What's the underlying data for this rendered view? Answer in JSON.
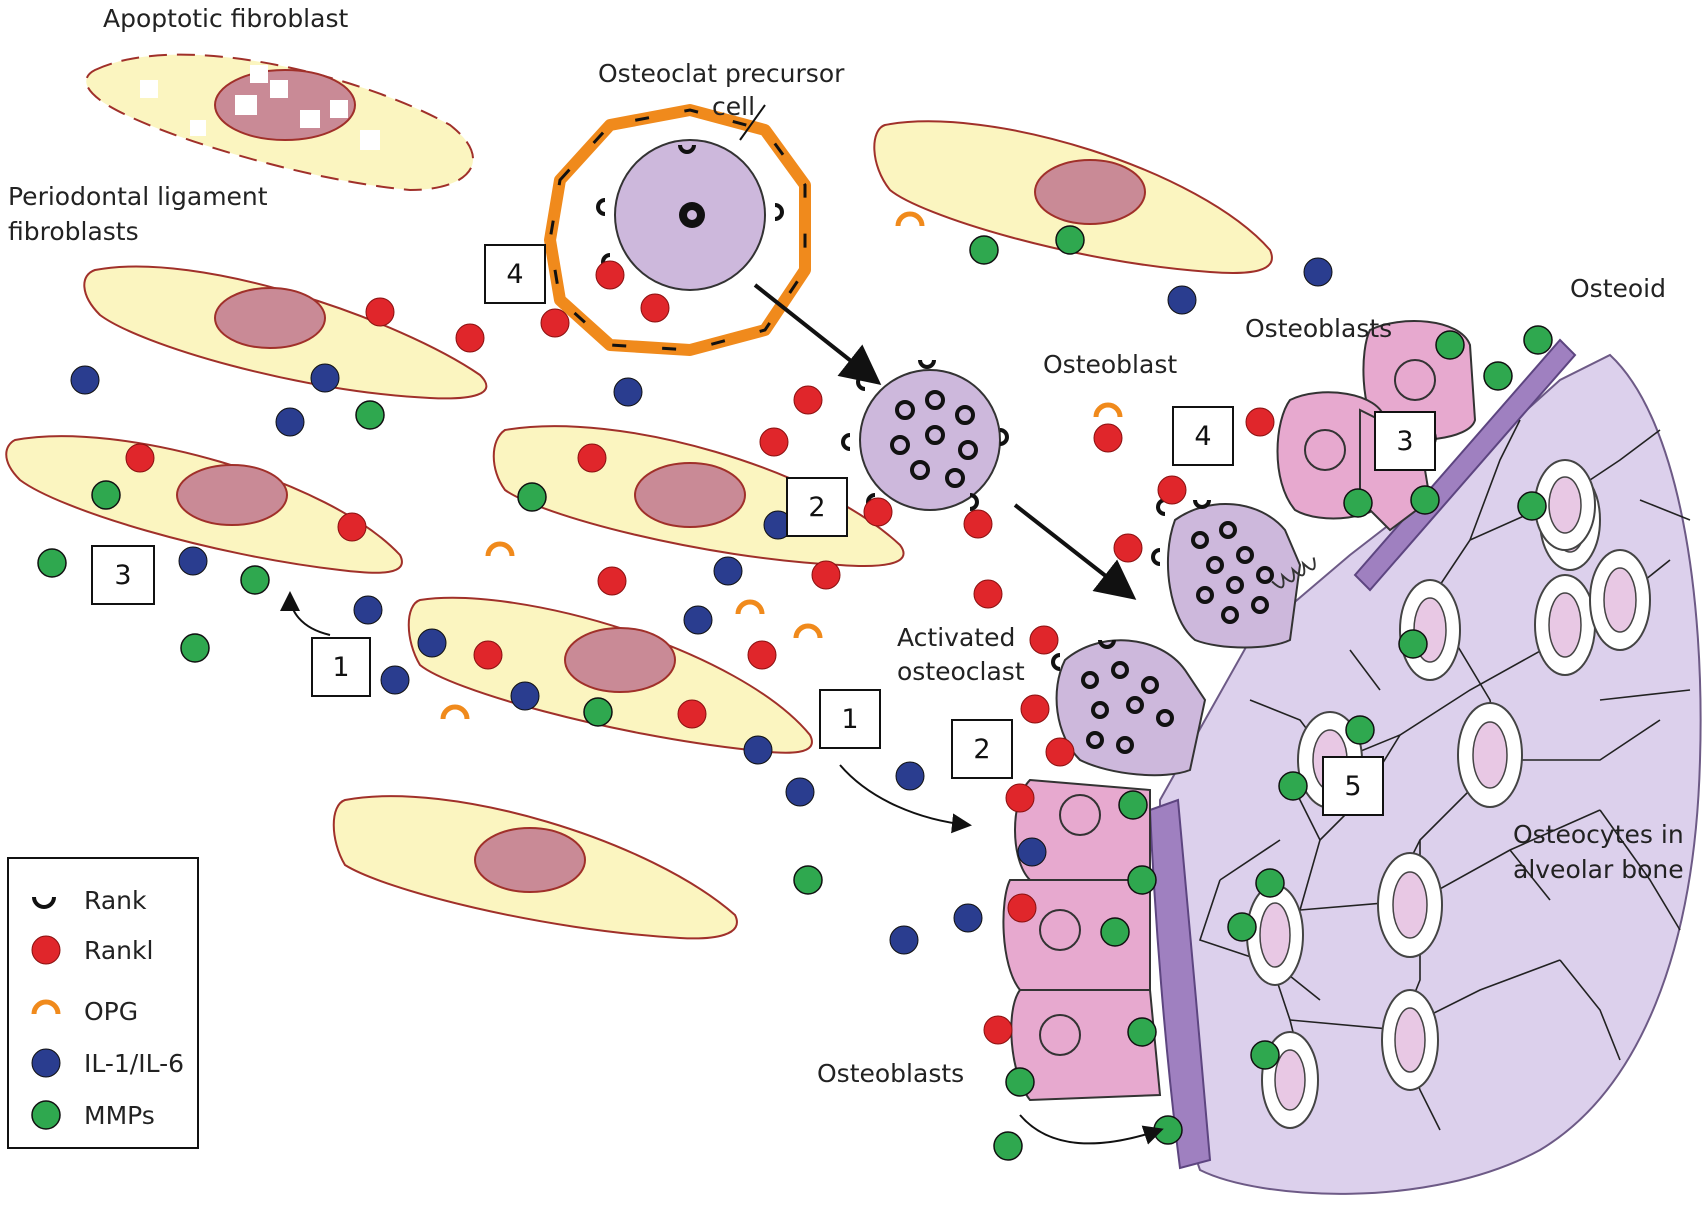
{
  "labels": {
    "apoptotic_fibroblast": "Apoptotic fibroblast",
    "osteoclast_precursor_line1": "Osteoclat precursor",
    "osteoclast_precursor_line2": "cell",
    "pdl_fibroblasts_line1": "Periodontal ligament",
    "pdl_fibroblasts_line2": "fibroblasts",
    "osteoblast": "Osteoblast",
    "osteoblasts_top": "Osteoblasts",
    "osteoid": "Osteoid",
    "activated_osteoclast_line1": "Activated",
    "activated_osteoclast_line2": "osteoclast",
    "osteocytes_line1": "Osteocytes in",
    "osteocytes_line2": "alveolar bone",
    "osteoblasts_bottom": "Osteoblasts"
  },
  "step_boxes": {
    "box_4_left": "4",
    "box_2_center": "2",
    "box_3_left": "3",
    "box_1_left": "1",
    "box_1_center": "1",
    "box_2_lower": "2",
    "box_4_right": "4",
    "box_3_right": "3",
    "box_5": "5"
  },
  "legend": {
    "items": [
      {
        "label": "Rank",
        "symbol": "rank-receptor"
      },
      {
        "label": "Rankl",
        "symbol": "red-dot",
        "color": "#e0262b"
      },
      {
        "label": "OPG",
        "symbol": "orange-arc",
        "color": "#f08a1c"
      },
      {
        "label": "IL-1/IL-6",
        "symbol": "blue-dot",
        "color": "#2a3d8f"
      },
      {
        "label": "MMPs",
        "symbol": "green-dot",
        "color": "#2fa84f"
      }
    ]
  },
  "colors": {
    "fibroblast_fill": "#fbf5c0",
    "fibroblast_outline": "#a0302a",
    "nucleus_fill": "#c98a96",
    "osteoclast_fill": "#cdb8dc",
    "osteoblast_fill": "#e7a9cf",
    "bone_fill": "#dcd0ec",
    "osteoid_fill": "#9f80c0"
  }
}
